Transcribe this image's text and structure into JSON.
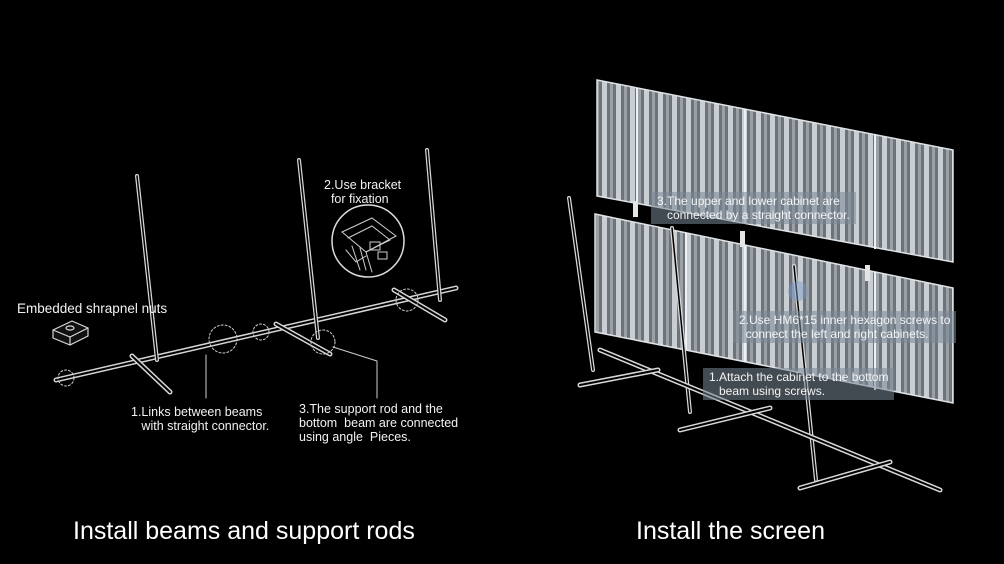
{
  "left_panel": {
    "caption": "Install beams and support rods",
    "labels": {
      "embedded_nuts": "Embedded shrapnel nuts",
      "bracket": "2.Use bracket\n  for fixation",
      "links": "1.Links between beams\n   with straight connector.",
      "support_rod": "3.The support rod and the\nbottom  beam are connected\nusing angle  Pieces."
    }
  },
  "right_panel": {
    "caption": "Install the screen",
    "labels": {
      "upper_lower": "3.The upper and lower cabinet are\n   connected by a straight connector.",
      "screws": "2.Use HM6*15 inner hexagon screws to\n  connect the left and right cabinets.",
      "attach": "1.Attach the cabinet to the bottom\n   beam using screws."
    }
  },
  "colors": {
    "background": "#000000",
    "line": "#d9d9d9",
    "text": "#ffffff",
    "label_box": "#7f8c99"
  }
}
